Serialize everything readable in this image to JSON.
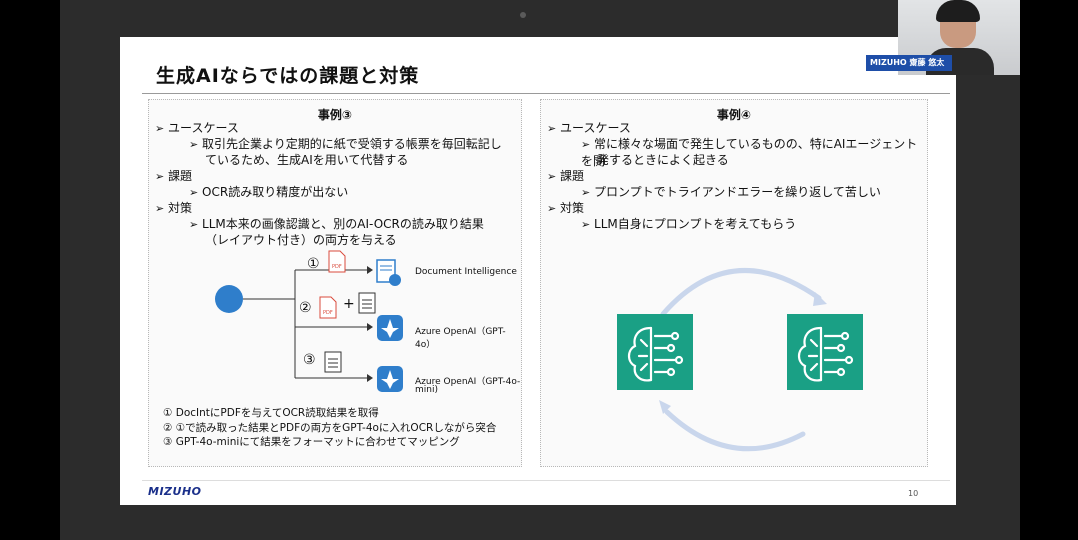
{
  "slide": {
    "title": "生成AIならではの課題と対策",
    "page_number": "10",
    "footer_logo": "MIZUHO"
  },
  "left_panel": {
    "heading": "事例③",
    "bullets": [
      {
        "level": 1,
        "text": "ユースケース"
      },
      {
        "level": 2,
        "text": "取引先企業より定期的に紙で受領する帳票を毎回転記し"
      },
      {
        "level": 3,
        "text": "ているため、生成AIを用いて代替する"
      },
      {
        "level": 1,
        "text": "課題"
      },
      {
        "level": 2,
        "text": "OCR読み取り精度が出ない"
      },
      {
        "level": 1,
        "text": "対策"
      },
      {
        "level": 2,
        "text": "LLM本来の画像認識と、別のAI-OCRの読み取り結果"
      },
      {
        "level": 3,
        "text": "（レイアウト付き）の両方を与える"
      }
    ],
    "diagram": {
      "step_labels": [
        "①",
        "②",
        "③"
      ],
      "plus": "+",
      "targets": [
        "Document Intelligence",
        "Azure OpenAI（GPT-4o）",
        "Azure OpenAI（GPT-4o-",
        "mini)"
      ]
    },
    "notes": [
      "① DocIntにPDFを与えてOCR読取結果を取得",
      "② ①で読み取った結果とPDFの両方をGPT-4oに入れOCRしながら突合",
      "③ GPT-4o-miniにて結果をフォーマットに合わせてマッピング"
    ]
  },
  "right_panel": {
    "heading": "事例④",
    "bullets": [
      {
        "level": 1,
        "text": "ユースケース"
      },
      {
        "level": 2,
        "text": "常に様々な場面で発生しているものの、特にAIエージェントを開"
      },
      {
        "level": 3,
        "text": "発するときによく起きる"
      },
      {
        "level": 1,
        "text": "課題"
      },
      {
        "level": 2,
        "text": "プロンプトでトライアンドエラーを繰り返して苦しい"
      },
      {
        "level": 1,
        "text": "対策"
      },
      {
        "level": 2,
        "text": "LLM自身にプロンプトを考えてもらう"
      }
    ]
  },
  "webcam": {
    "name_tag": "MIZUHO 齋藤 悠太"
  },
  "colors": {
    "accent_teal": "#1aa085",
    "mizuho_blue": "#1a2f8a",
    "azure_blue": "#2f7ecb"
  }
}
